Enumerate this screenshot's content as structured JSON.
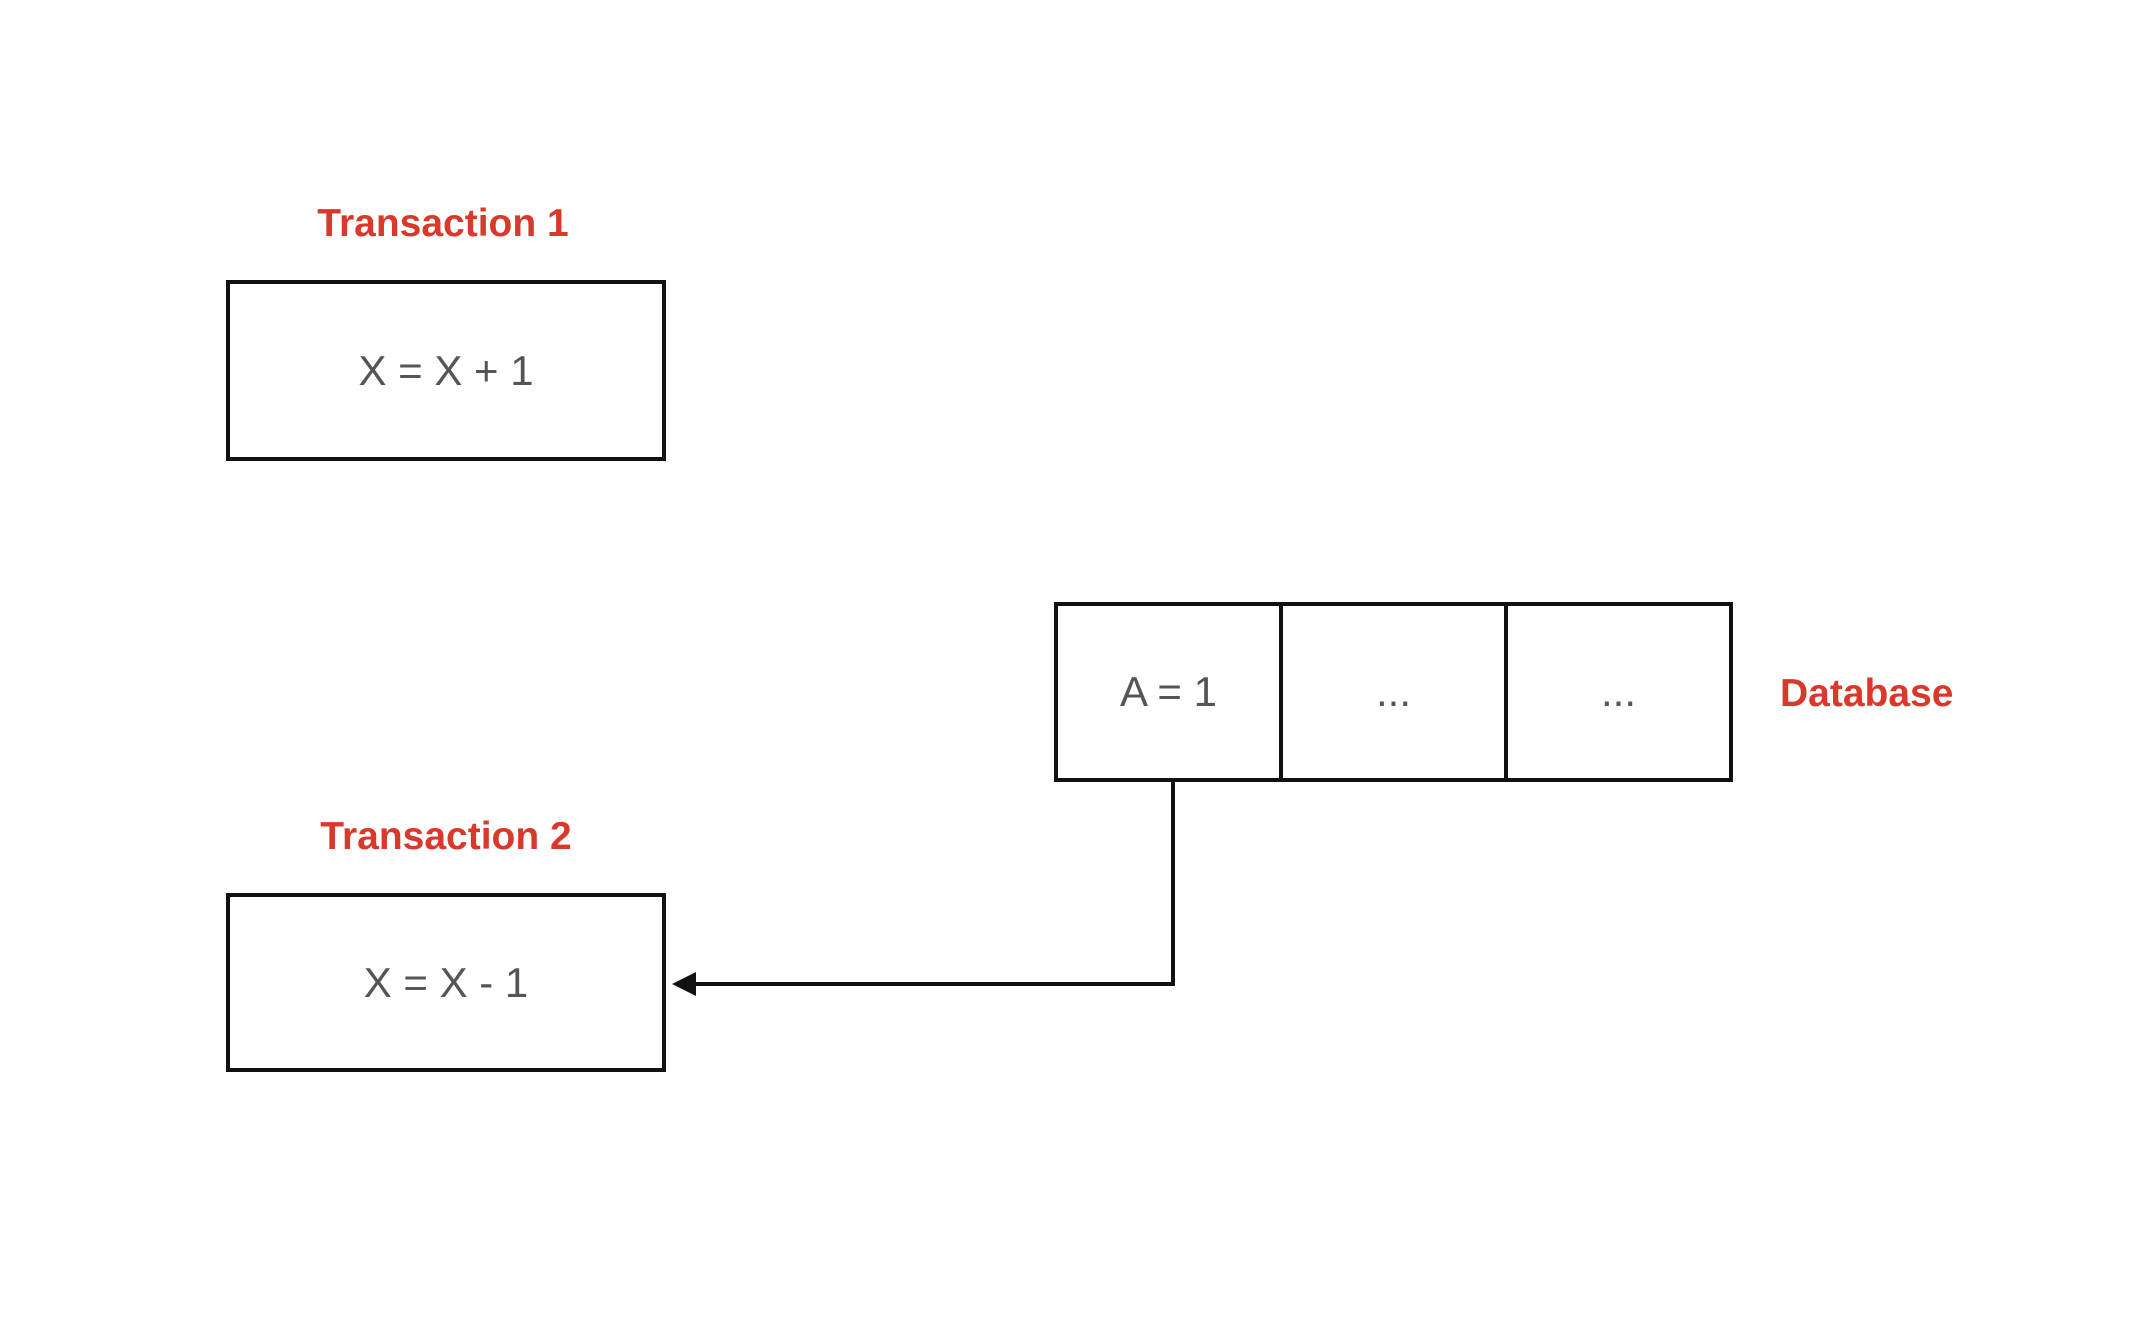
{
  "transactions": [
    {
      "title": "Transaction 1",
      "operation": "X = X + 1"
    },
    {
      "title": "Transaction 2",
      "operation": "X = X - 1"
    }
  ],
  "database": {
    "label": "Database",
    "cells": [
      "A = 1",
      "...",
      "..."
    ]
  },
  "colors": {
    "label_red": "#d9392b",
    "border": "#111111",
    "text_gray": "#555555"
  }
}
